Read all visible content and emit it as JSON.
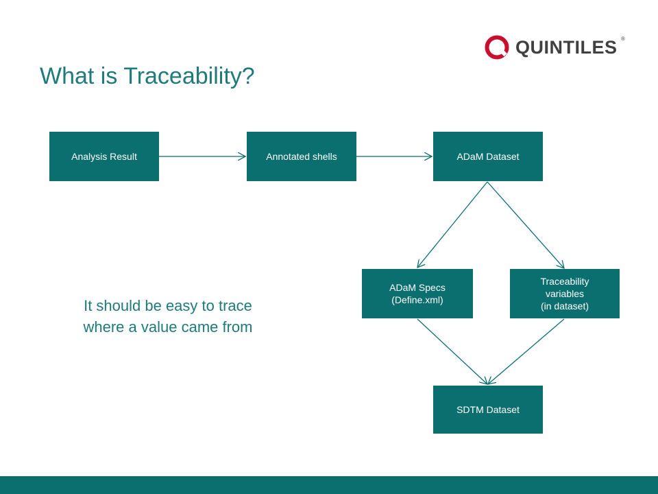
{
  "logo": {
    "text": "QUINTILES",
    "registered": "®"
  },
  "title": "What is Traceability?",
  "diagram": {
    "nodes": [
      {
        "id": "analysis-result",
        "label": "Analysis Result"
      },
      {
        "id": "annotated-shells",
        "label": "Annotated shells"
      },
      {
        "id": "adam-dataset",
        "label": "ADaM Dataset"
      },
      {
        "id": "adam-specs",
        "label": "ADaM Specs\n(Define.xml)"
      },
      {
        "id": "traceability-variables",
        "label": "Traceability\nvariables\n(in dataset)"
      },
      {
        "id": "sdtm-dataset",
        "label": "SDTM Dataset"
      }
    ],
    "edges": [
      {
        "from": "analysis-result",
        "to": "annotated-shells"
      },
      {
        "from": "annotated-shells",
        "to": "adam-dataset"
      },
      {
        "from": "adam-dataset",
        "to": "adam-specs"
      },
      {
        "from": "adam-dataset",
        "to": "traceability-variables"
      },
      {
        "from": "adam-specs",
        "to": "sdtm-dataset"
      },
      {
        "from": "traceability-variables",
        "to": "sdtm-dataset"
      }
    ]
  },
  "note": "It should be easy to trace\nwhere a value came from",
  "colors": {
    "accent": "#0b6f6f",
    "title": "#1f7a7a",
    "logo_red": "#c8102e",
    "logo_text": "#404040"
  }
}
